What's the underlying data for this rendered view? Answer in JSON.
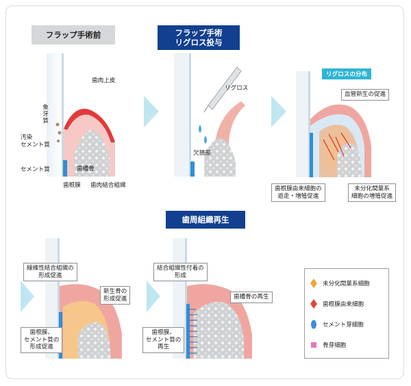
{
  "headers": {
    "before": "フラップ手術前",
    "during": [
      "フラップ手術",
      "リグロス投与"
    ],
    "regen": "歯周組織再生"
  },
  "labels": {
    "gingival_epithelium": "歯肉上皮",
    "enamel": "象牙質",
    "contaminated_cementum": [
      "汚染",
      "セメント質"
    ],
    "cementum": "セメント質",
    "alveolar_bone": "歯槽骨",
    "pdl": "歯根膜",
    "gingival_ct": "歯肉結合組織",
    "regroth": "リグロス",
    "defect": "欠損部",
    "distribution": "リグロスの分布",
    "angiogenesis": "血管新生の促進",
    "pdl_cells": [
      "歯根膜由来細胞の",
      "遊走・増殖促進"
    ],
    "msc": [
      "未分化間葉系",
      "細胞の増殖促進"
    ],
    "fibrous_ct": [
      "線維性結合組織の",
      "形成促進"
    ],
    "new_bone": [
      "新生骨の",
      "形成促進"
    ],
    "pdl_cementum_form": [
      "歯根膜、",
      "セメント質の",
      "形成促進"
    ],
    "ct_attachment": [
      "結合組織性付着の",
      "形成"
    ],
    "bone_regen": "歯槽骨の再生",
    "pdl_cementum_regen": [
      "歯根膜、",
      "セメント質の",
      "再生"
    ]
  },
  "legend": [
    {
      "label": "未分化間葉系細胞",
      "icon": "diamond-orange-icon",
      "color": "#f2a43a"
    },
    {
      "label": "歯根膜由来細胞",
      "icon": "diamond-red-icon",
      "color": "#e0473b"
    },
    {
      "label": "セメント芽細胞",
      "icon": "ellipse-blue-icon",
      "color": "#3b8fd9"
    },
    {
      "label": "骨芽細胞",
      "icon": "square-pink-icon",
      "color": "#e07ab8"
    }
  ],
  "colors": {
    "header_blue": "#123f8f",
    "header_gray": "#d6d7d8",
    "gum_pink": "#f2a3a3",
    "gum_red": "#e23a3a",
    "bone_gray": "#c9cbcd",
    "cementum_blue": "#2f8fd6",
    "arrow_cyan": "#bfe6f1"
  }
}
